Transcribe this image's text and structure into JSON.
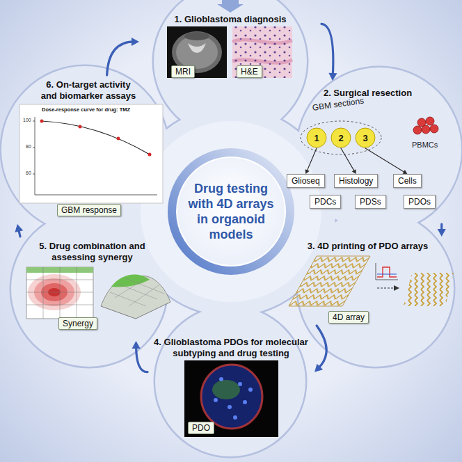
{
  "diagram": {
    "nodes": [
      {
        "text": [
          "1. Glioblastoma diagnosis"
        ]
      },
      {
        "text": [
          "MRI"
        ],
        "in": 0
      },
      {
        "text": [
          "H&E"
        ],
        "in": 0
      },
      {
        "text": [
          "2. Surgical resection"
        ]
      },
      {
        "text": [
          "1"
        ],
        "in": 3
      },
      {
        "text": [
          "2"
        ],
        "in": 3
      },
      {
        "text": [
          "3"
        ],
        "in": 3
      },
      {
        "text": [
          "Glioseq"
        ],
        "in": 3
      },
      {
        "text": [
          "Histology"
        ],
        "in": 3
      },
      {
        "text": [
          "Cells"
        ],
        "in": 3
      },
      {
        "text": [
          "PDCs"
        ],
        "in": 3
      },
      {
        "text": [
          "PDSs"
        ],
        "in": 3
      },
      {
        "text": [
          "PDOs"
        ],
        "in": 3
      },
      {
        "text": [
          "3. 4D printing of PDO arrays"
        ]
      },
      {
        "text": [
          "4D array"
        ],
        "in": 13
      },
      {
        "text": [
          "4. Glioblastoma PDOs for molecular subtyping and drug testing"
        ]
      },
      {
        "text": [
          "PDO"
        ],
        "in": 15
      },
      {
        "text": [
          "5. Drug combination and assessing synergy"
        ]
      },
      {
        "text": [
          "Synergy"
        ],
        "in": 17
      },
      {
        "text": [
          "6. On-target activity and biomarker assays"
        ]
      },
      {
        "text": [
          "GBM response"
        ],
        "in": 19
      },
      {
        "text": [
          "Drug testing with 4D arrays in organoid models"
        ]
      }
    ],
    "edges": [
      {
        "from": 0,
        "to": 3,
        "arrow": "to"
      },
      {
        "from": 3,
        "to": 13,
        "arrow": "to"
      },
      {
        "from": 13,
        "to": 15,
        "arrow": "to"
      },
      {
        "from": 15,
        "to": 17,
        "arrow": "to"
      },
      {
        "from": 17,
        "to": 19,
        "arrow": "to"
      },
      {
        "from": 19,
        "to": 0,
        "arrow": "to"
      },
      {
        "from": 4,
        "to": 7,
        "arrow": "to"
      },
      {
        "from": 5,
        "to": 8,
        "arrow": "to"
      },
      {
        "from": 6,
        "to": 9,
        "arrow": "to"
      }
    ],
    "labels": [
      "GBM sections",
      "PBMCs",
      "Dose-response curve for drug: TMZ",
      "100",
      "80",
      "60"
    ]
  }
}
